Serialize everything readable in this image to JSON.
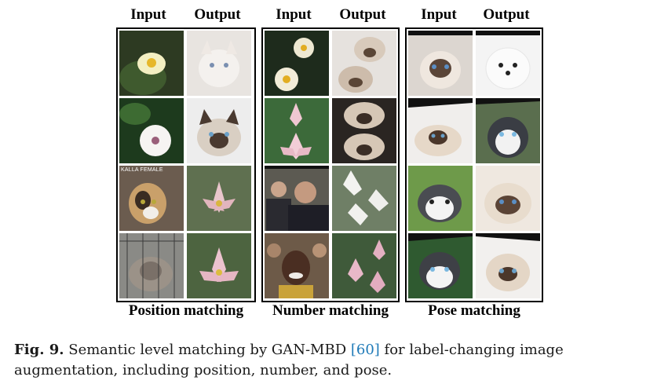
{
  "figure": {
    "column_headers": [
      "Input",
      "Output"
    ],
    "groups": [
      {
        "label": "Position matching",
        "rows": [
          [
            "water-lily",
            "white-cat"
          ],
          [
            "white-flower",
            "siamese-cat"
          ],
          [
            "calico-cat",
            "pink-flower"
          ],
          [
            "tabby-cat-in-cage",
            "pink-lotus"
          ]
        ],
        "overlay_text": "KALLA FEMALE"
      },
      {
        "label": "Number matching",
        "rows": [
          [
            "two-water-lilies",
            "two-cats"
          ],
          [
            "pink-lotus-pair",
            "two-siamese-cats"
          ],
          [
            "two-men-portrait",
            "white-lilies"
          ],
          [
            "crowd-smiling-man",
            "pink-lotuses"
          ]
        ]
      },
      {
        "label": "Pose matching",
        "rows": [
          [
            "ragdoll-cat",
            "samoyed-dog"
          ],
          [
            "siamese-cat-lying",
            "husky-dog"
          ],
          [
            "husky-puppy",
            "ragdoll-cat-face"
          ],
          [
            "husky-puppy-2",
            "siamese-cat-face"
          ]
        ]
      }
    ]
  },
  "caption": {
    "fig_number": "Fig. 9.",
    "text_before_ref": " Semantic level matching by GAN-MBD ",
    "ref": "[60]",
    "text_after_ref": " for label-changing image augmentation, including position, number, and pose."
  }
}
